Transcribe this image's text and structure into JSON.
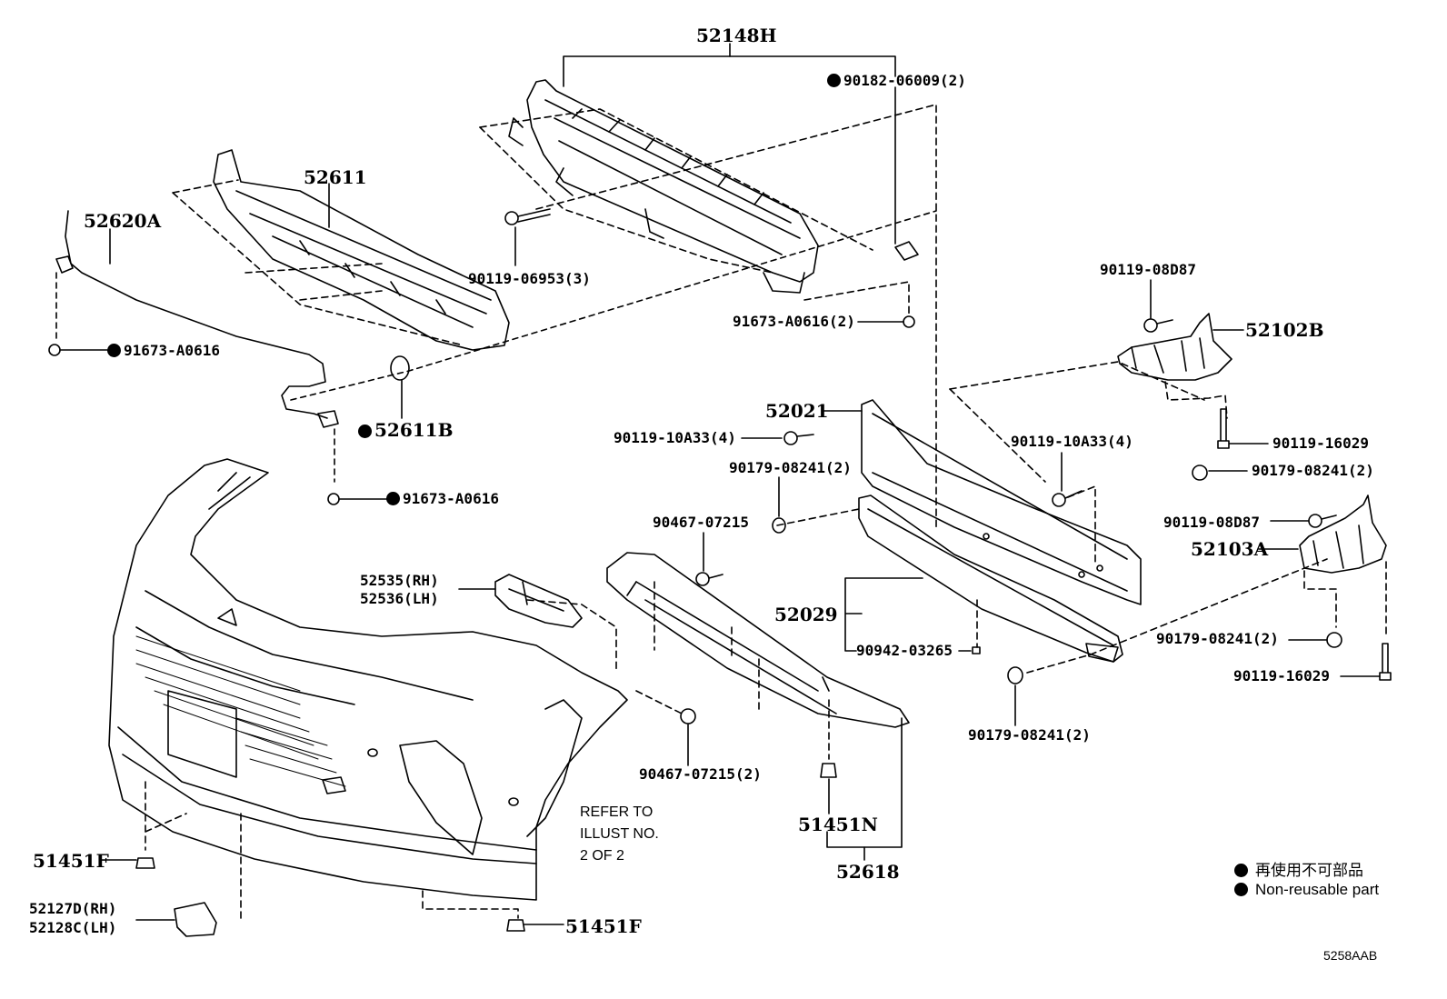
{
  "parts": {
    "p52148H": "52148H",
    "p90182": "90182-06009(2)",
    "p52611": "52611",
    "p52620A": "52620A",
    "p90119_06953": "90119-06953(3)",
    "p91673_2": "91673-A0616(2)",
    "p91673_a": "91673-A0616",
    "p52611B": "52611B",
    "p91673_b": "91673-A0616",
    "p90119_08D87_a": "90119-08D87",
    "p52102B": "52102B",
    "p52021": "52021",
    "p90119_10A33_a": "90119-10A33(4)",
    "p90119_10A33_b": "90119-10A33(4)",
    "p90119_16029_a": "90119-16029",
    "p90179_a": "90179-08241(2)",
    "p90179_b": "90179-08241(2)",
    "p90467_a": "90467-07215",
    "p90119_08D87_b": "90119-08D87",
    "p52103A": "52103A",
    "p52535": "52535(RH)",
    "p52536": "52536(LH)",
    "p52029": "52029",
    "p90942": "90942-03265",
    "p90179_c": "90179-08241(2)",
    "p90119_16029_b": "90119-16029",
    "p90179_d": "90179-08241(2)",
    "p90467_b": "90467-07215(2)",
    "p51451N": "51451N",
    "p52618": "52618",
    "p51451F_a": "51451F",
    "p52127D": "52127D(RH)",
    "p52128C": "52128C(LH)",
    "p51451F_b": "51451F"
  },
  "note": {
    "line1": "REFER TO",
    "line2": "ILLUST NO.",
    "line3": "2 OF 2"
  },
  "legend": {
    "jp": "再使用不可部品",
    "en": "Non-reusable part"
  },
  "figure_code": "5258AAB"
}
